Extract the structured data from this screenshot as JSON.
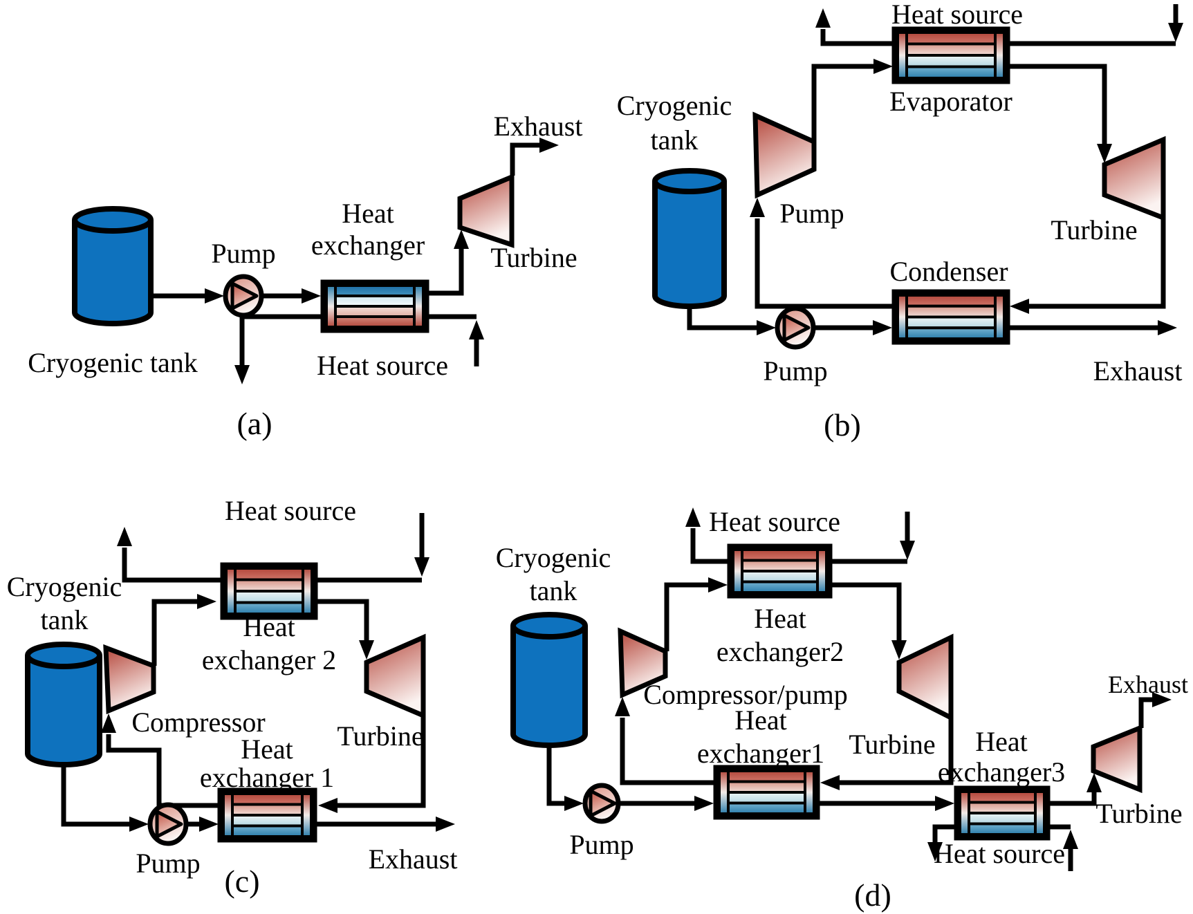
{
  "figure": {
    "colors": {
      "tank_blue": "#0e72be",
      "hot_red": "#b2473b",
      "cold_blue": "#2b7dab",
      "line_black": "#000000",
      "background": "#ffffff"
    },
    "panels": [
      {
        "id": "a",
        "tag": "(a)",
        "labels": {
          "tank": "Cryogenic tank",
          "pump": "Pump",
          "hx_line1": "Heat",
          "hx_line2": "exchanger",
          "turbine": "Turbine",
          "exhaust": "Exhaust",
          "heat_source": "Heat source"
        }
      },
      {
        "id": "b",
        "tag": "(b)",
        "labels": {
          "heat_source": "Heat source",
          "evaporator": "Evaporator",
          "tank_line1": "Cryogenic",
          "tank_line2": "tank",
          "pump_top": "Pump",
          "turbine": "Turbine",
          "condenser": "Condenser",
          "pump_bottom": "Pump",
          "exhaust": "Exhaust"
        }
      },
      {
        "id": "c",
        "tag": "(c)",
        "labels": {
          "tank_line1": "Cryogenic",
          "tank_line2": "tank",
          "heat_source": "Heat source",
          "hx2_line1": "Heat",
          "hx2_line2": "exchanger 2",
          "compressor": "Compressor",
          "turbine": "Turbine",
          "hx1_line1": "Heat",
          "hx1_line2": "exchanger 1",
          "pump": "Pump",
          "exhaust": "Exhaust"
        }
      },
      {
        "id": "d",
        "tag": "(d)",
        "labels": {
          "tank_line1": "Cryogenic",
          "tank_line2": "tank",
          "heat_source_top": "Heat source",
          "hx2_line1": "Heat",
          "hx2_line2": "exchanger2",
          "compressor": "Compressor/pump",
          "turbine_mid": "Turbine",
          "hx1_line1": "Heat",
          "hx1_line2": "exchanger1",
          "hx3_line1": "Heat",
          "hx3_line2": "exchanger3",
          "heat_source_bottom": "Heat source",
          "turbine_right": "Turbine",
          "pump": "Pump",
          "exhaust": "Exhaust"
        }
      }
    ]
  }
}
